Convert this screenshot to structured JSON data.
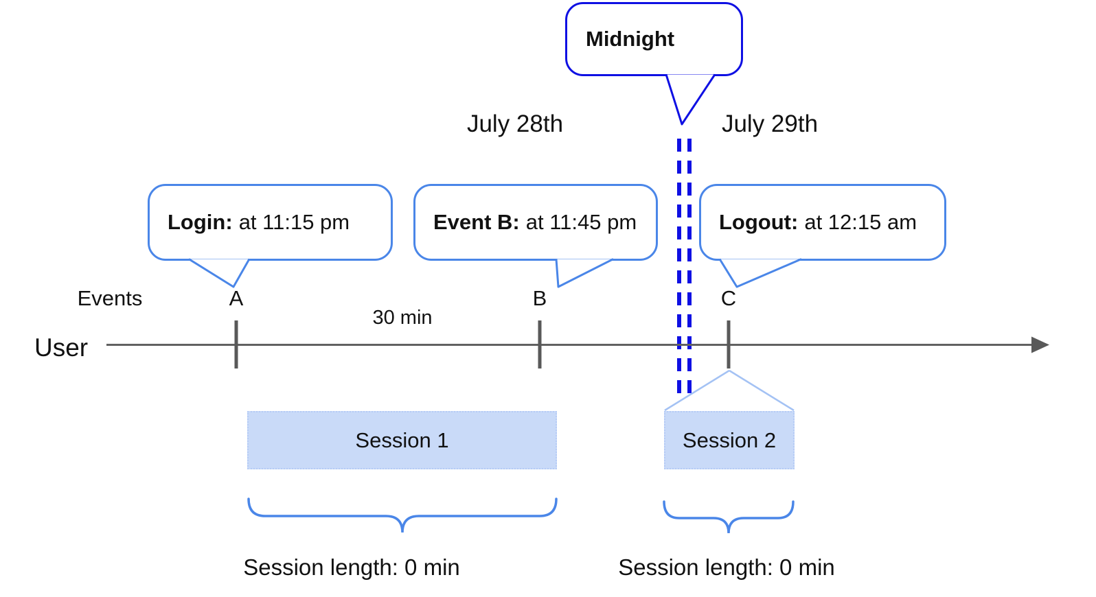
{
  "diagram": {
    "midnight": {
      "label": "Midnight"
    },
    "dates": {
      "left": "July 28th",
      "right": "July 29th"
    },
    "callouts": [
      {
        "title": "Login:",
        "detail": "at 11:15 pm"
      },
      {
        "title": "Event B:",
        "detail": "at 11:45 pm"
      },
      {
        "title": "Logout:",
        "detail": "at 12:15 am"
      }
    ],
    "timeline": {
      "events_label": "Events",
      "axis_label": "User",
      "gap_label": "30 min",
      "markers": [
        "A",
        "B",
        "C"
      ]
    },
    "sessions": [
      {
        "name": "Session 1",
        "length": "Session length: 0 min"
      },
      {
        "name": "Session 2",
        "length": "Session length: 0 min"
      }
    ],
    "colors": {
      "deep_blue": "#0f10e3",
      "accent_blue": "#4a86e8",
      "light_blue": "#a4c2f4",
      "session_fill": "#c9daf8",
      "axis_gray": "#595959"
    }
  }
}
